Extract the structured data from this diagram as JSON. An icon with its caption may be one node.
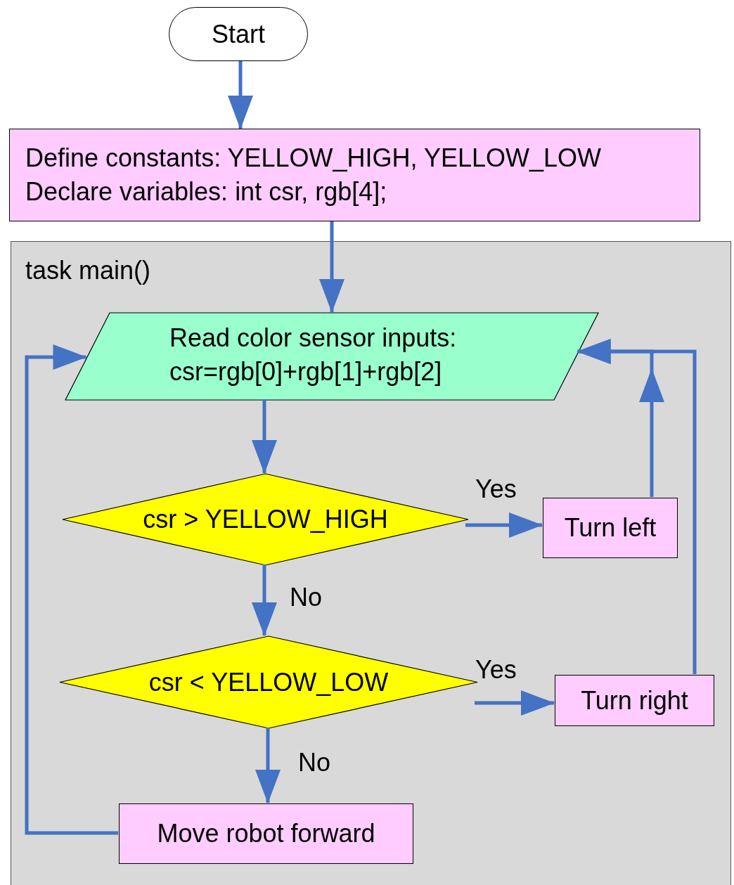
{
  "diagram": {
    "nodes": [
      {
        "text": [
          "Start"
        ]
      },
      {
        "text": [
          "Define constants: YELLOW_HIGH, YELLOW_LOW",
          "Declare variables: int csr, rgb[4];"
        ]
      },
      {
        "text": [
          "task main()"
        ]
      },
      {
        "text": [
          "Read color sensor inputs:",
          "csr=rgb[0]+rgb[1]+rgb[2]"
        ],
        "in": 2
      },
      {
        "text": [
          "csr > YELLOW_HIGH"
        ],
        "in": 2
      },
      {
        "text": [
          "Turn left"
        ],
        "in": 2
      },
      {
        "text": [
          "csr < YELLOW_LOW"
        ],
        "in": 2
      },
      {
        "text": [
          "Turn right"
        ],
        "in": 2
      },
      {
        "text": [
          "Move robot forward"
        ],
        "in": 2
      }
    ],
    "edges": [
      {
        "from": 0,
        "to": 1,
        "arrow": "to"
      },
      {
        "from": 1,
        "to": 3,
        "arrow": "to"
      },
      {
        "from": 3,
        "to": 4,
        "arrow": "to"
      },
      {
        "from": 4,
        "to": 5,
        "arrow": "to",
        "label": "Yes"
      },
      {
        "from": 4,
        "to": 6,
        "arrow": "to",
        "label": "No"
      },
      {
        "from": 6,
        "to": 7,
        "arrow": "to",
        "label": "Yes"
      },
      {
        "from": 6,
        "to": 8,
        "arrow": "to",
        "label": "No"
      },
      {
        "from": 5,
        "to": 3,
        "arrow": "to"
      },
      {
        "from": 7,
        "to": 3,
        "arrow": "to"
      },
      {
        "from": 8,
        "to": 3,
        "arrow": "to"
      }
    ]
  }
}
